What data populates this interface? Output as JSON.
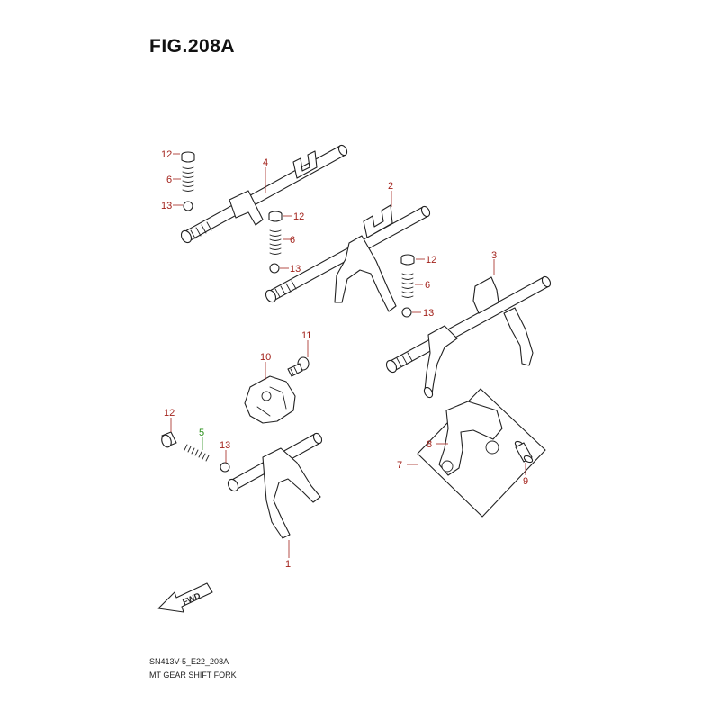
{
  "figure": {
    "title": "FIG.208A",
    "code": "SN413V-5_E22_208A",
    "description": "MT GEAR SHIFT FORK",
    "fwd_label": "FWD",
    "callout_color": "#a3231c",
    "highlight_color": "#2a8f1a"
  },
  "callouts": {
    "c12a": "12",
    "c6a": "6",
    "c13a": "13",
    "c4": "4",
    "c2": "2",
    "c12b": "12",
    "c6b": "6",
    "c13b": "13",
    "c3": "3",
    "c12c": "12",
    "c6c": "6",
    "c13c": "13",
    "c11": "11",
    "c10": "10",
    "c7": "7",
    "c8": "8",
    "c9": "9",
    "c12d": "12",
    "c5": "5",
    "c13d": "13",
    "c1": "1"
  }
}
